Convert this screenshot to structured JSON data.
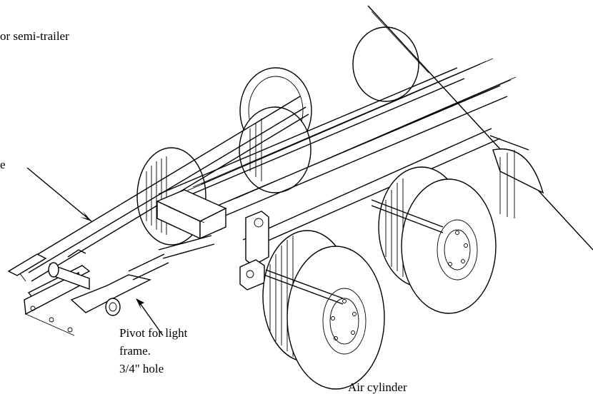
{
  "labels": {
    "top_left": "or semi-trailer",
    "side_left": "e",
    "pivot_line1": "Pivot for light",
    "pivot_line2": "frame.",
    "pivot_line3": "3/4\" hole",
    "air_cylinder": "Air cylinder"
  }
}
